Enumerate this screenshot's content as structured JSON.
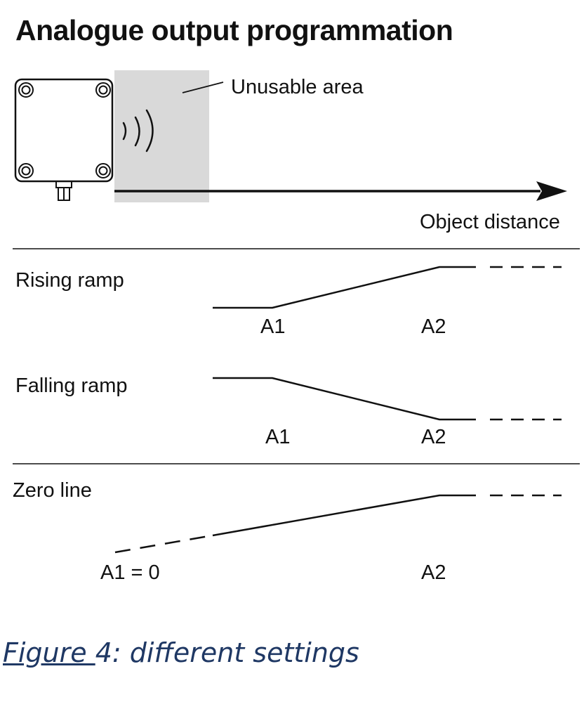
{
  "title": "Analogue output programmation",
  "labels": {
    "unusable_area": "Unusable area",
    "object_distance": "Object distance",
    "rising_ramp": "Rising ramp",
    "falling_ramp": "Falling ramp",
    "zero_line": "Zero line",
    "a1": "A1",
    "a2": "A2",
    "a1_zero": "A1 = 0"
  },
  "caption": {
    "underlined": "Figure ",
    "rest": "4: different settings"
  },
  "colors": {
    "caption": "#1f3864",
    "unusable_area_fill": "#d9d9d9",
    "line": "#111111"
  }
}
